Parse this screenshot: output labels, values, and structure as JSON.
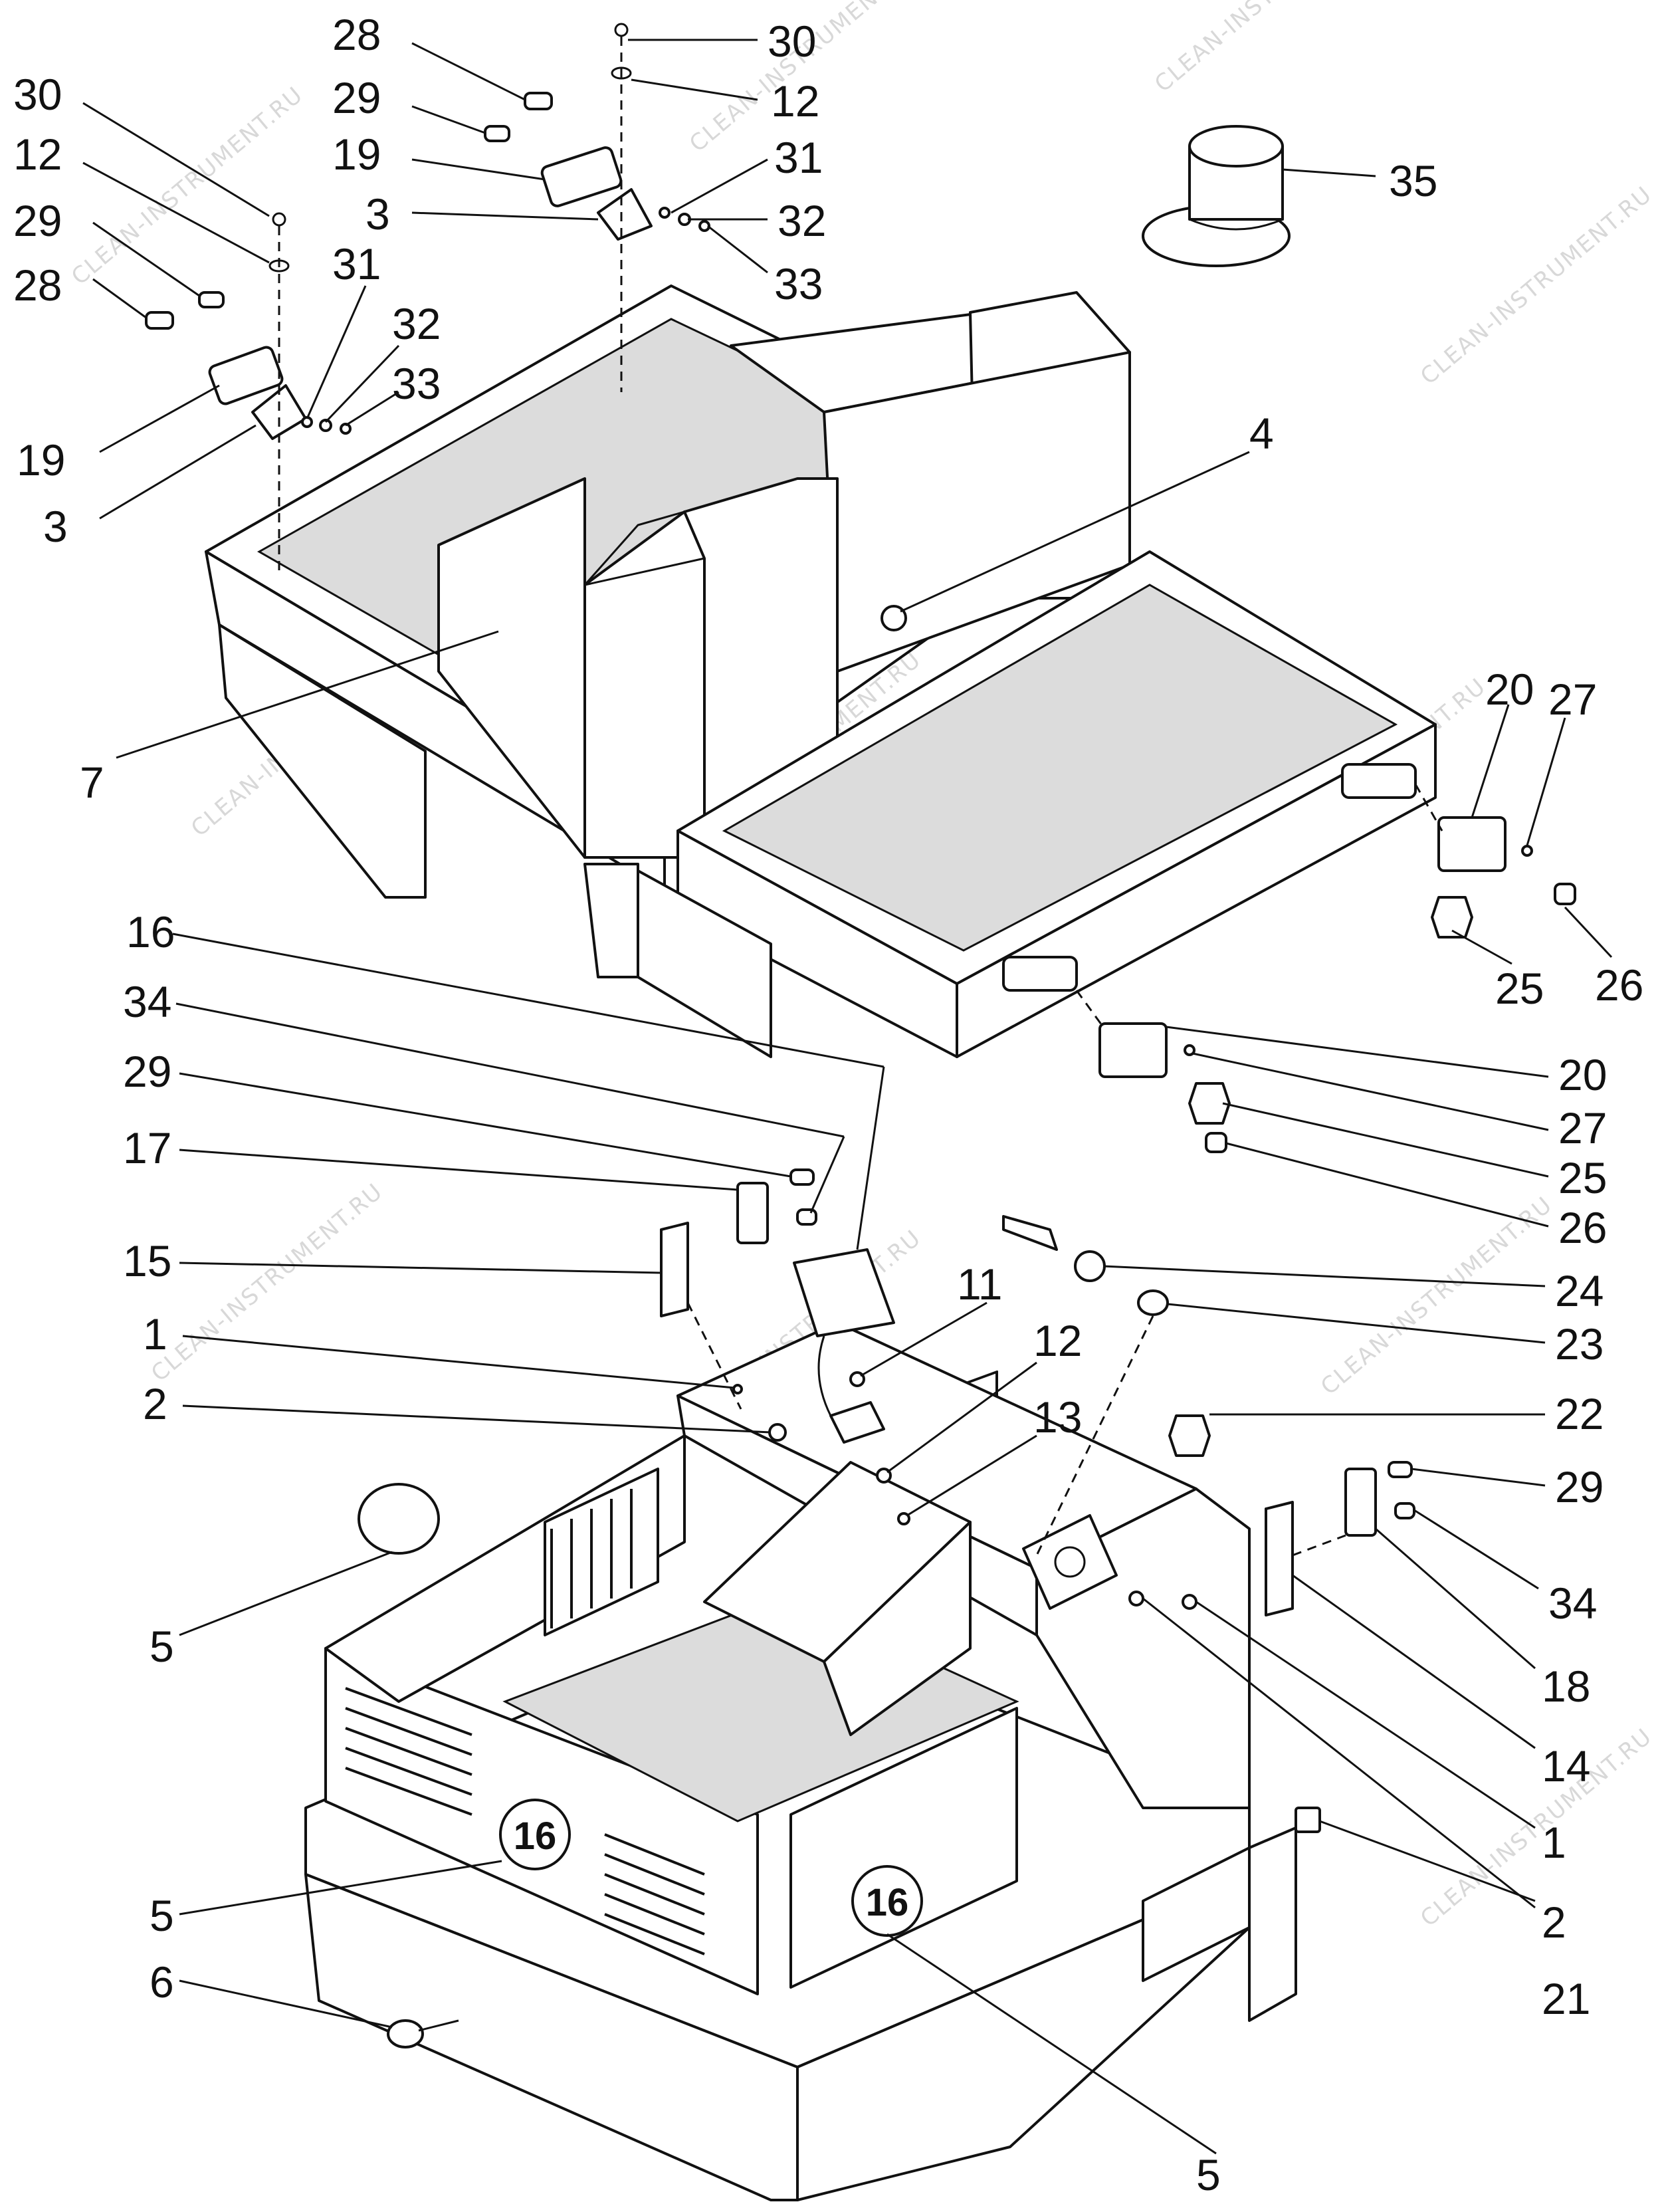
{
  "watermark": "CLEAN-INSTRUMENT.RU",
  "badge_label": "16",
  "callouts": {
    "c30a": "30",
    "c12a": "12",
    "c29a": "29",
    "c28a": "28",
    "c19a": "19",
    "c3a": "3",
    "c31a": "31",
    "c32a": "32",
    "c33a": "33",
    "c28b": "28",
    "c29b": "29",
    "c19b": "19",
    "c3b": "3",
    "c30b": "30",
    "c12b": "12",
    "c31b": "31",
    "c32b": "32",
    "c33b": "33",
    "c35": "35",
    "c4": "4",
    "c7": "7",
    "c20a": "20",
    "c27a": "27",
    "c25a": "25",
    "c26a": "26",
    "c20b": "20",
    "c27b": "27",
    "c25b": "25",
    "c26b": "26",
    "c16": "16",
    "c34a": "34",
    "c29c": "29",
    "c17": "17",
    "c15": "15",
    "c1a": "1",
    "c2a": "2",
    "c11": "11",
    "c12c": "12",
    "c13": "13",
    "c24": "24",
    "c23": "23",
    "c22": "22",
    "c29d": "29",
    "c34b": "34",
    "c18": "18",
    "c14": "14",
    "c1b": "1",
    "c2b": "2",
    "c21": "21",
    "c5a": "5",
    "c5b": "5",
    "c5c": "5",
    "c6": "6"
  }
}
